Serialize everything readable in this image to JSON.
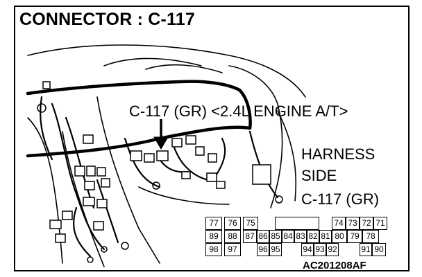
{
  "title": "CONNECTOR : C-117",
  "callout": "C-117 (GR) <2.4L ENGINE A/T>",
  "harness": {
    "line1": "HARNESS",
    "line2": "SIDE",
    "line3": "C-117 (GR)"
  },
  "figure_code": "AC201208AF",
  "pins": {
    "row1": [
      "77",
      "76",
      "75",
      "74",
      "73",
      "72",
      "71"
    ],
    "row2": [
      "89",
      "88",
      "87",
      "86",
      "85",
      "84",
      "83",
      "82",
      "81",
      "80",
      "79",
      "78"
    ],
    "row3": [
      "98",
      "97",
      "96",
      "95",
      "94",
      "93",
      "92",
      "91",
      "90"
    ]
  }
}
